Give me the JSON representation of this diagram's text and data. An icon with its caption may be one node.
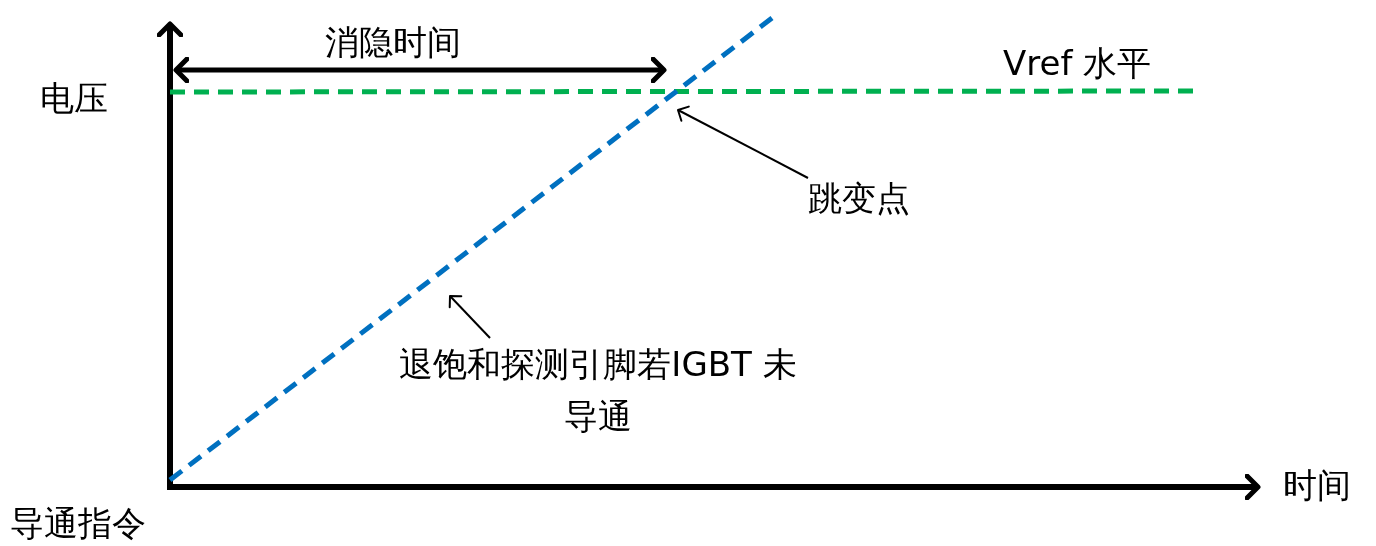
{
  "diagram": {
    "nodes": [
      {
        "text": [
          "跳变点"
        ]
      },
      {
        "text": [
          "退饱和探测引脚若IGBT 未导通"
        ]
      }
    ],
    "edges": [
      {
        "from": 0,
        "to": null,
        "arrow": "to"
      },
      {
        "from": 1,
        "to": null,
        "arrow": "to"
      }
    ],
    "labels": [
      "消隐时间",
      "Vref 水平",
      "电压",
      "时间",
      "导通指令"
    ]
  }
}
